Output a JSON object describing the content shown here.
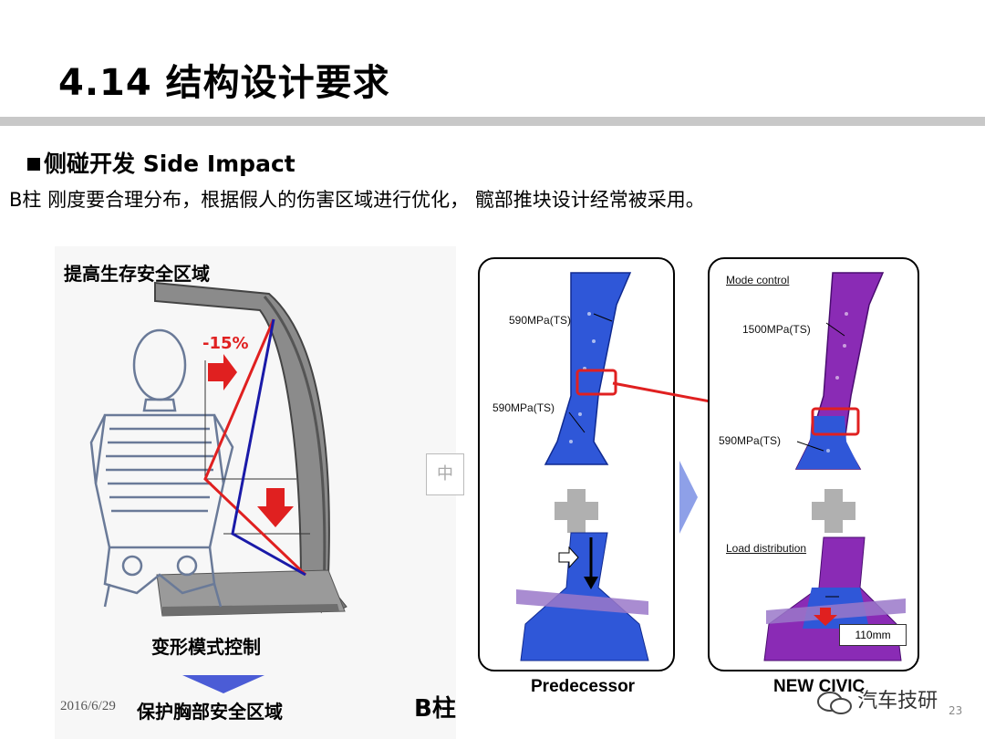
{
  "slide": {
    "title": "4.14 结构设计要求",
    "section_heading": "侧碰开发 Side Impact",
    "body": "B柱 刚度要合理分布，根据假人的伤害区域进行优化， 髋部推块设计经常被采用。",
    "date": "2016/6/29",
    "page_number": "23"
  },
  "left_figure": {
    "top_label": "提高生存安全区域",
    "percent_label": "-15%",
    "mid_label": "变形模式控制",
    "bottom_label": "保护胸部安全区域",
    "pillar_label": "B柱"
  },
  "center_box": {
    "char": "中"
  },
  "predecessor_panel": {
    "upper_label": "590MPa(TS)",
    "lower_label": "590MPa(TS)",
    "caption": "Predecessor"
  },
  "newcivic_panel": {
    "mode_control": "Mode control",
    "upper_label": "1500MPa(TS)",
    "lower_label": "590MPa(TS)",
    "load_distribution": "Load distribution",
    "distance": "110mm",
    "caption": "NEW CIVIC"
  },
  "watermark": {
    "text": "汽车技研"
  },
  "colors": {
    "title_rule": "#c8c8c8",
    "blue_part": "#2f57d8",
    "purple_part": "#8a2bb5",
    "highlight_red": "#e02020",
    "plus_gray": "#b0b0b0"
  }
}
